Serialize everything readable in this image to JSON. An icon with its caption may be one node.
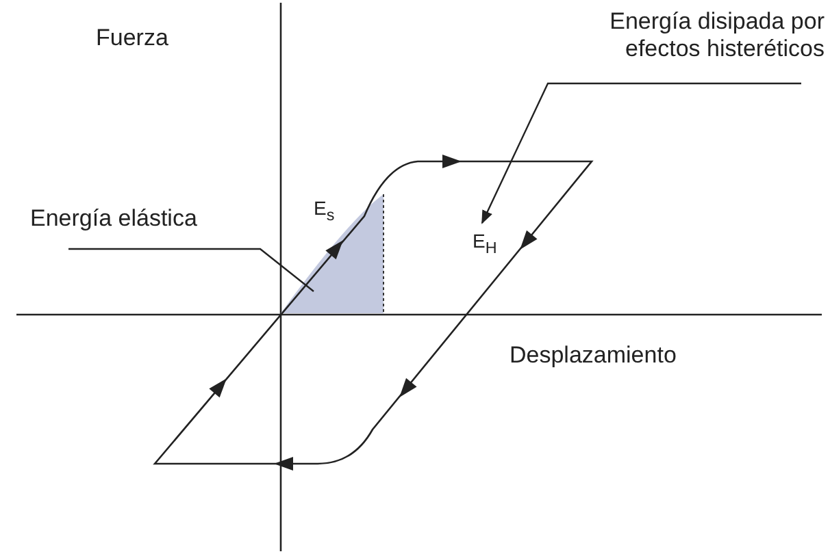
{
  "diagram": {
    "nodes": [
      {
        "text": [
          "Energía elástica"
        ]
      },
      {
        "text": [],
        "shape": "triangle"
      },
      {
        "text": [
          "Energía disipada por efectos histeréticos"
        ]
      },
      {
        "text": [
          "E$_{H}$"
        ]
      }
    ],
    "edges": [
      {
        "from": 0,
        "to": 1,
        "arrow": "none"
      },
      {
        "from": 2,
        "to": 3,
        "arrow": "to"
      }
    ],
    "labels": [
      "Fuerza",
      "E$_{s}$",
      "Desplazamiento"
    ]
  }
}
